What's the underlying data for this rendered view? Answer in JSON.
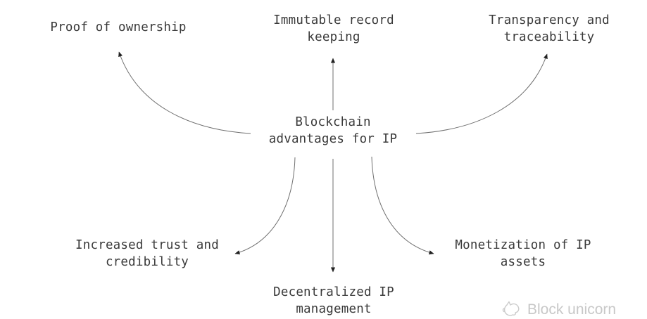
{
  "diagram": {
    "center": {
      "line1": "Blockchain",
      "line2": "advantages for IP"
    },
    "nodes": [
      {
        "id": "proof-of-ownership",
        "line1": "Proof of ownership",
        "line2": ""
      },
      {
        "id": "immutable-record-keeping",
        "line1": "Immutable record",
        "line2": "keeping"
      },
      {
        "id": "transparency-and-traceability",
        "line1": "Transparency and",
        "line2": "traceability"
      },
      {
        "id": "increased-trust-and-credibility",
        "line1": "Increased trust and",
        "line2": "credibility"
      },
      {
        "id": "decentralized-ip-management",
        "line1": "Decentralized IP",
        "line2": "management"
      },
      {
        "id": "monetization-of-ip-assets",
        "line1": "Monetization of IP",
        "line2": "assets"
      }
    ],
    "colors": {
      "background": "#ffffff",
      "text": "#3a3a3a",
      "arrow_line": "#6f6f6f",
      "arrow_head": "#222222",
      "watermark": "#c8c8c8"
    }
  },
  "watermark": {
    "label": "Block unicorn",
    "icon": "unicorn-icon"
  }
}
